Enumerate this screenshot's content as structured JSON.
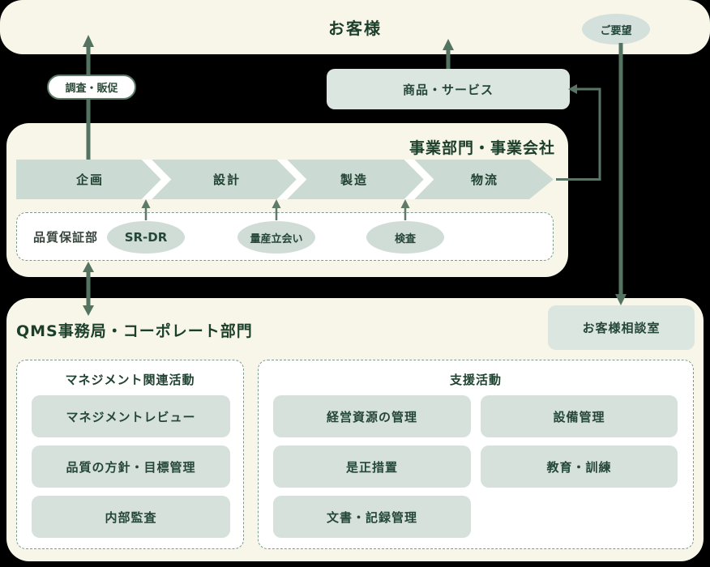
{
  "colors": {
    "background": "#000000",
    "section_bg": "#f8f6e8",
    "box_light": "#dbe6e1",
    "item_box": "#d6e1db",
    "process_band": "#ccdad4",
    "ellipse_bg": "#cfddd6",
    "arrow_line": "#557361",
    "dashed_border": "#7d9a8c",
    "heading_text": "#1c3f2b",
    "box_text": "#25463a"
  },
  "customer": {
    "title": "お客様",
    "request_label": "ご要望"
  },
  "flow": {
    "survey_promotion": "調査・販促",
    "products_services": "商品・サービス"
  },
  "business": {
    "title": "事業部門・事業会社",
    "steps": [
      "企画",
      "設計",
      "製造",
      "物流"
    ],
    "qa_label": "品質保証部",
    "qa_activities": [
      "SR-DR",
      "量産立会い",
      "検査"
    ]
  },
  "qms": {
    "title": "QMS事務局・コーポレート部門",
    "customer_office": "お客様相談室",
    "management": {
      "title": "マネジメント関連活動",
      "items": [
        "マネジメントレビュー",
        "品質の方針・目標管理",
        "内部監査"
      ]
    },
    "support": {
      "title": "支援活動",
      "items": [
        "経営資源の管理",
        "設備管理",
        "是正措置",
        "教育・訓練",
        "文書・記録管理"
      ]
    }
  }
}
